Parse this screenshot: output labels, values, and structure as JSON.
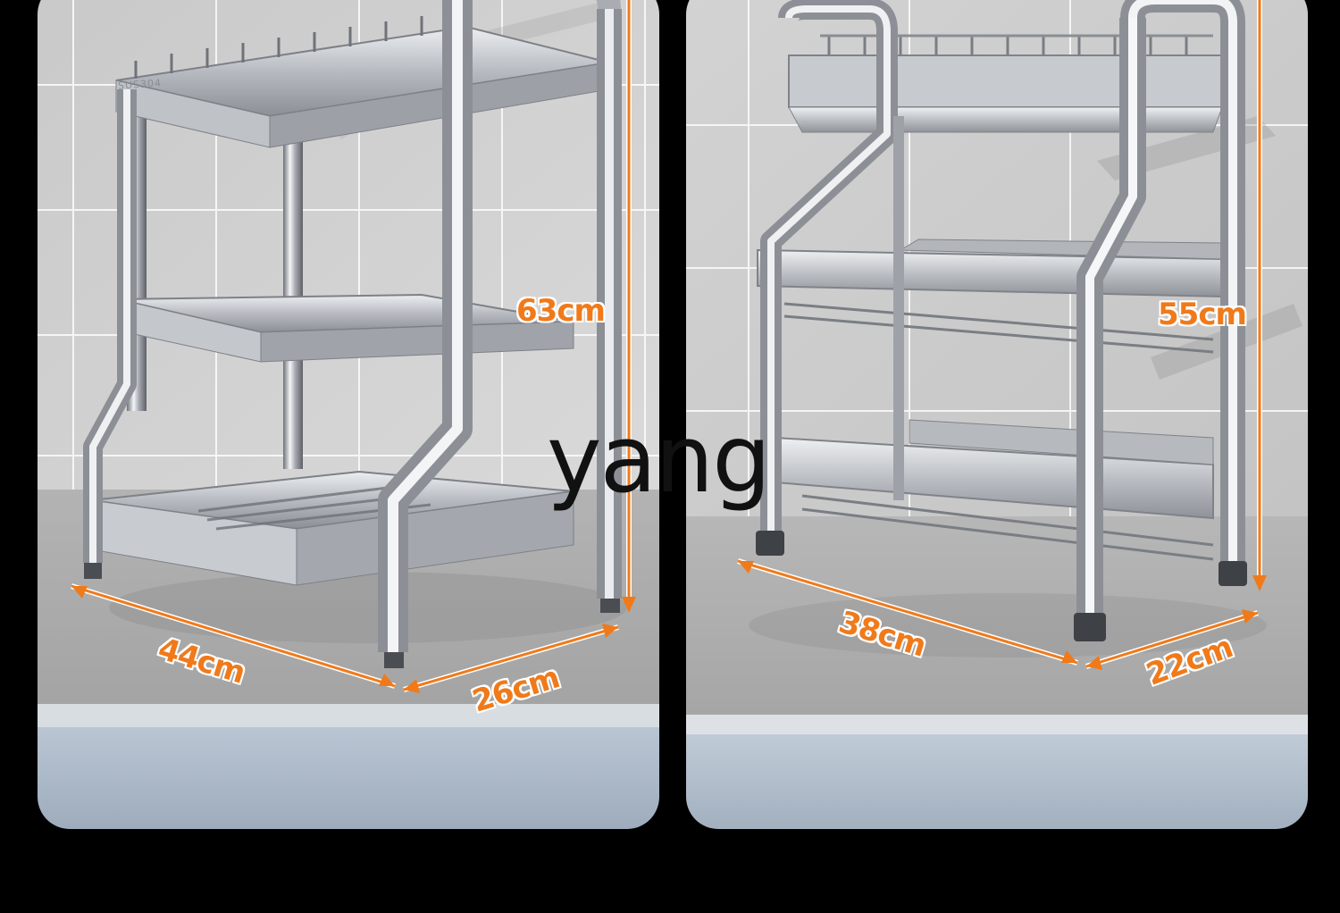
{
  "image": {
    "background": "#000000",
    "accent_color": "#f07a1a"
  },
  "left_product": {
    "brand_stamp": "SUS304",
    "dimensions": {
      "height": "63cm",
      "width": "44cm",
      "depth": "26cm"
    }
  },
  "right_product": {
    "dimensions": {
      "height": "55cm",
      "width": "38cm",
      "depth": "22cm"
    }
  },
  "watermark": "yang"
}
